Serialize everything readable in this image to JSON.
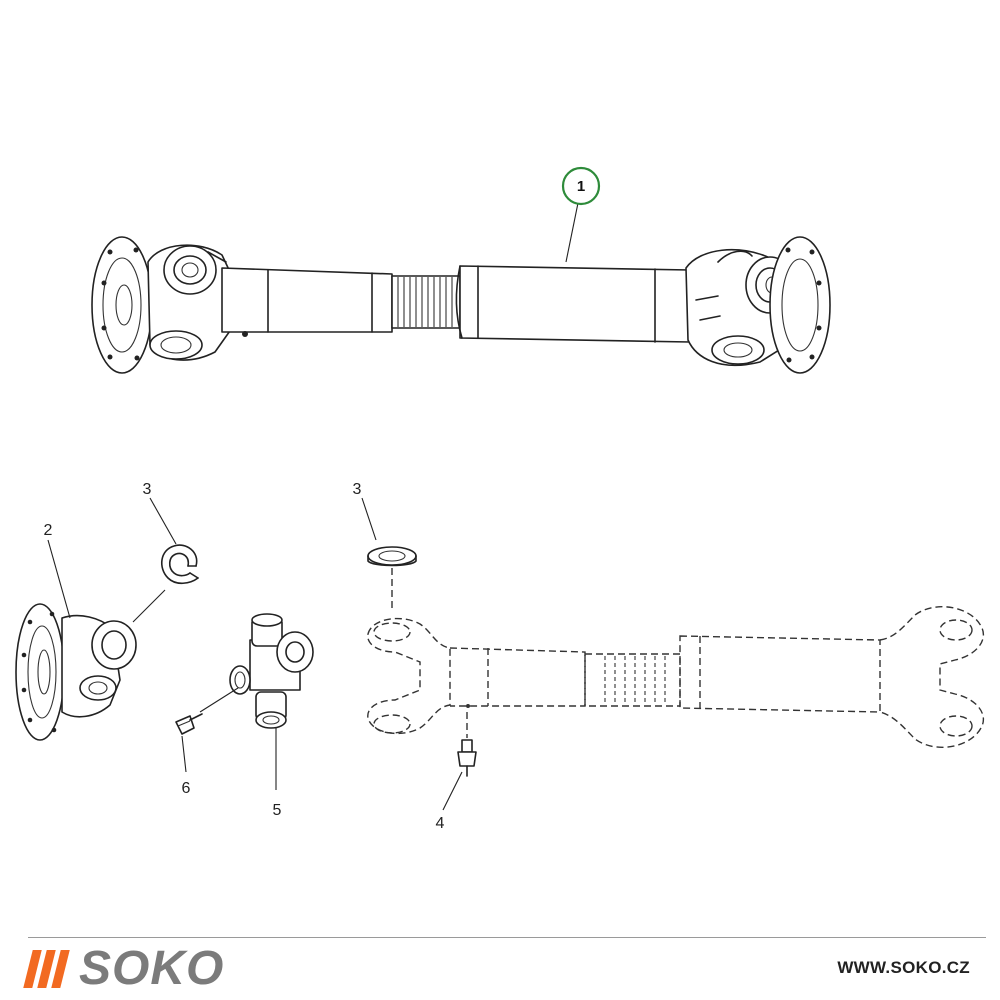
{
  "callouts": [
    {
      "label": "1",
      "highlighted": true
    },
    {
      "label": "2"
    },
    {
      "label": "3"
    },
    {
      "label": "3"
    },
    {
      "label": "4"
    },
    {
      "label": "5"
    },
    {
      "label": "6"
    }
  ],
  "footer": {
    "brand_name": "SOKO",
    "website": "WWW.SOKO.CZ"
  },
  "colors": {
    "brand_accent": "#f26a21",
    "brand_text": "#7b7b7b",
    "highlight_circle": "#2e8b3a"
  }
}
